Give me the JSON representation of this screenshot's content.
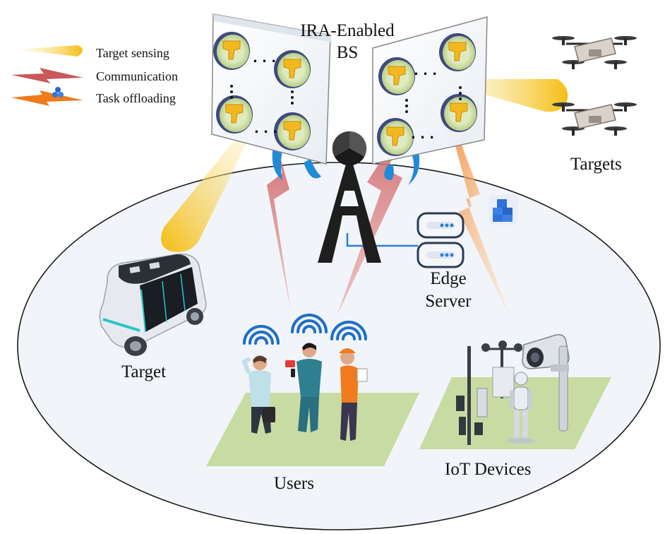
{
  "legend": {
    "sensing": "Target sensing",
    "communication": "Communication",
    "offloading": "Task offloading"
  },
  "labels": {
    "bs_line1": "IRA-Enabled",
    "bs_line2": "BS",
    "targets": "Targets",
    "target": "Target",
    "edge_line1": "Edge",
    "edge_line2": "Server",
    "users": "Users",
    "iot": "IoT Devices"
  },
  "colors": {
    "sensing": "#f6c21a",
    "communication": "#c9585a",
    "offloading": "#f07a1c",
    "coverage_fill": "#f1f4f9",
    "ground_patch": "#c8dba3",
    "tower": "#1e1e1e",
    "antenna_element": "#f2b81f",
    "link_line": "#2a7fd3"
  }
}
